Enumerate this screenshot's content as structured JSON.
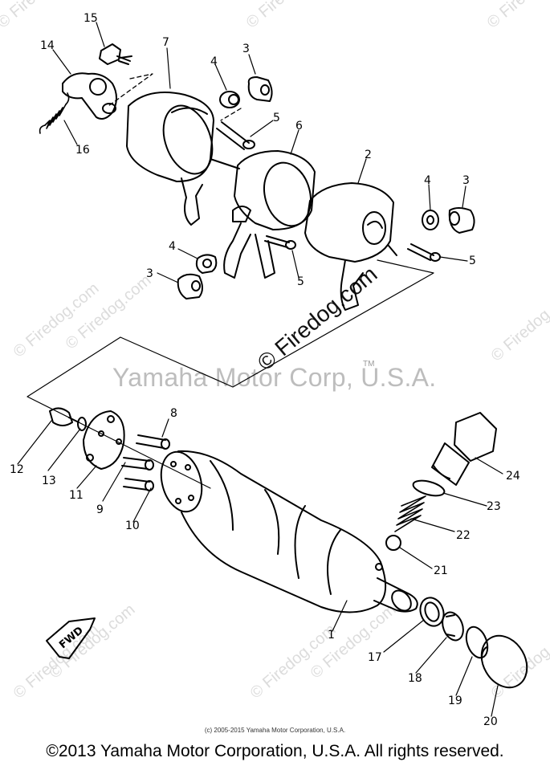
{
  "watermark": {
    "text": "© Firedog.com",
    "brand_line": "Yamaha Motor Corp, U.S.A.",
    "trademark": "TM"
  },
  "credit_small": "(c) 2005-2015 Yamaha Motor Corporation, U.S.A.",
  "copyright": "©2013 Yamaha Motor Corporation, U.S.A. All rights reserved.",
  "fwd_label": "FWD",
  "callouts": [
    "1",
    "2",
    "3",
    "4",
    "5",
    "6",
    "7",
    "8",
    "9",
    "10",
    "11",
    "12",
    "13",
    "14",
    "15",
    "16",
    "17",
    "18",
    "19",
    "20",
    "21",
    "22",
    "23",
    "24"
  ],
  "colors": {
    "line": "#000000",
    "watermark_light": "#dcdcdc",
    "watermark_gray": "#bdbdbd"
  }
}
